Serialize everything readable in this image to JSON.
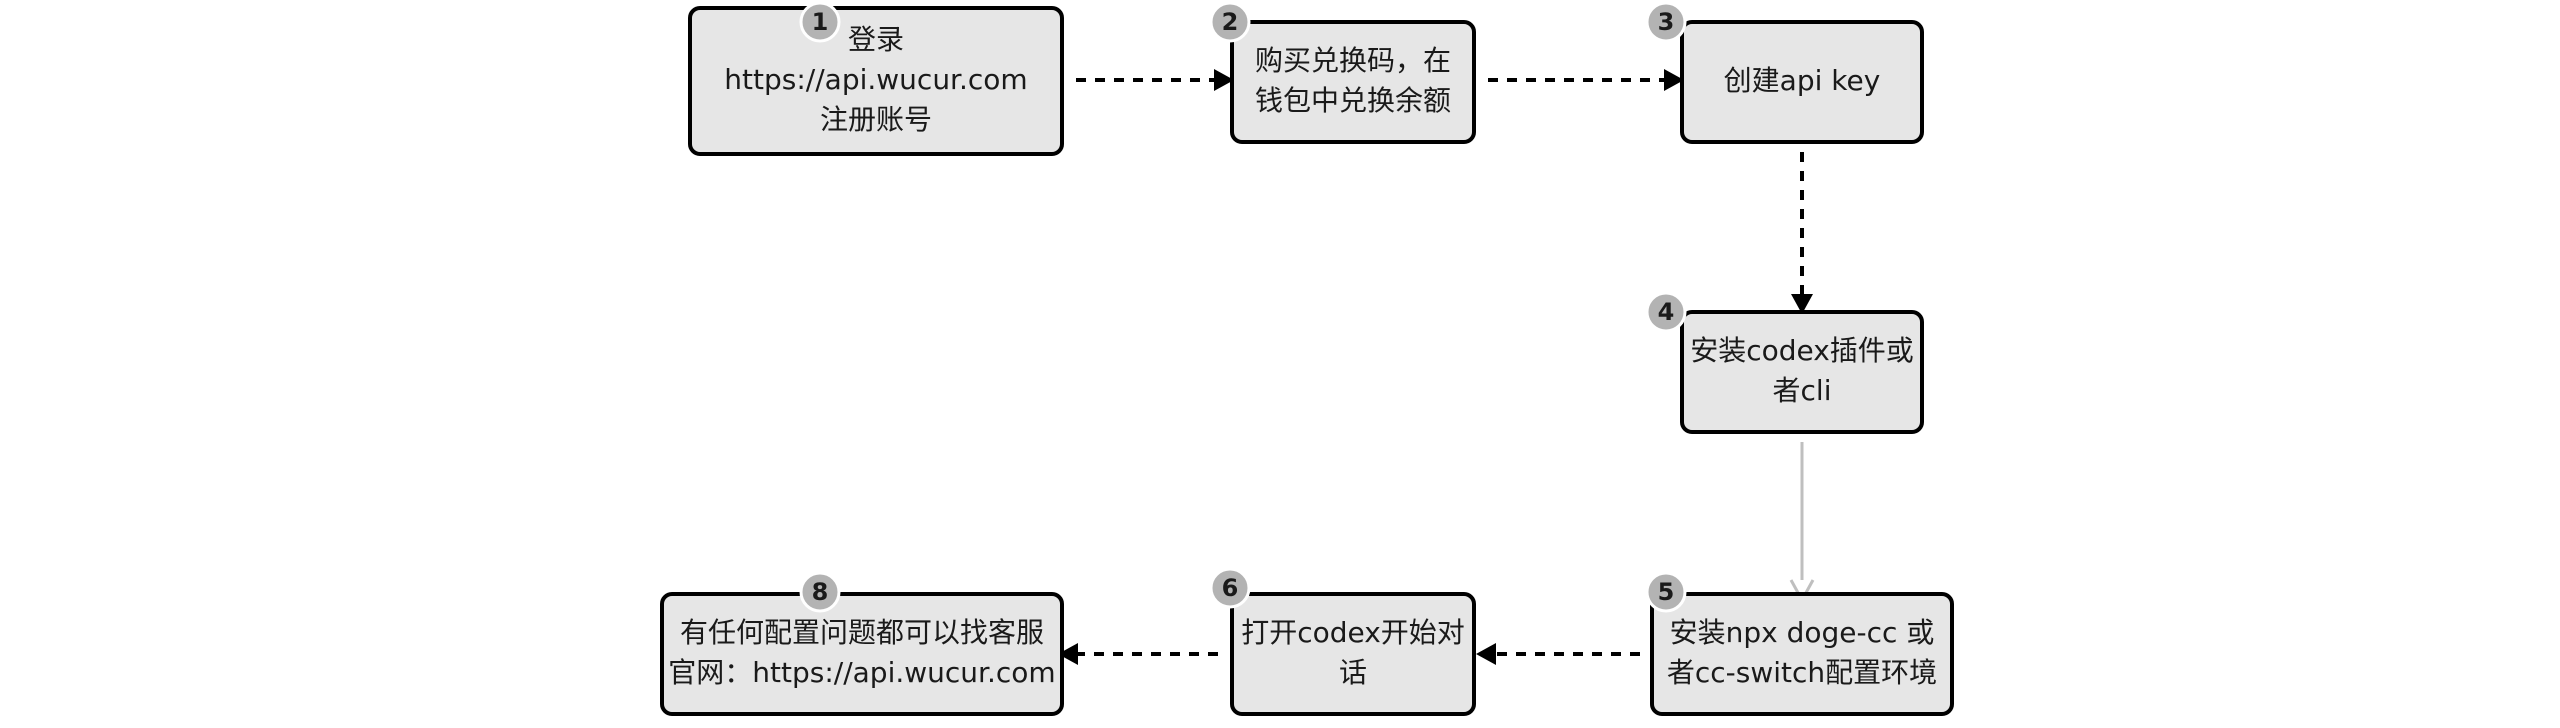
{
  "diagram": {
    "type": "flowchart",
    "colors": {
      "node_fill": "#e6e6e6",
      "node_border": "#000000",
      "badge_fill": "#b3b3b3",
      "edge_dashed": "#000000",
      "edge_solid": "#bfbfbf"
    },
    "nodes": [
      {
        "id": "n1",
        "number": "1",
        "lines": [
          "登录",
          "https://api.wucur.com",
          "注册账号"
        ]
      },
      {
        "id": "n2",
        "number": "2",
        "lines": [
          "购买兑换码，在",
          "钱包中兑换余额"
        ]
      },
      {
        "id": "n3",
        "number": "3",
        "lines": [
          "创建api key"
        ]
      },
      {
        "id": "n4",
        "number": "4",
        "lines": [
          "安装codex插件或",
          "者cli"
        ]
      },
      {
        "id": "n5",
        "number": "5",
        "lines": [
          "安装npx doge-cc 或",
          "者cc-switch配置环境"
        ]
      },
      {
        "id": "n6",
        "number": "6",
        "lines": [
          "打开codex开始对",
          "话"
        ]
      },
      {
        "id": "n8",
        "number": "8",
        "lines": [
          "有任何配置问题都可以找客服",
          "官网：https://api.wucur.com"
        ]
      }
    ],
    "edges": [
      {
        "from": "n1",
        "to": "n2",
        "style": "dashed"
      },
      {
        "from": "n2",
        "to": "n3",
        "style": "dashed"
      },
      {
        "from": "n3",
        "to": "n4",
        "style": "dashed"
      },
      {
        "from": "n4",
        "to": "n5",
        "style": "solid-gray"
      },
      {
        "from": "n5",
        "to": "n6",
        "style": "dashed"
      },
      {
        "from": "n6",
        "to": "n8",
        "style": "dashed"
      }
    ]
  }
}
